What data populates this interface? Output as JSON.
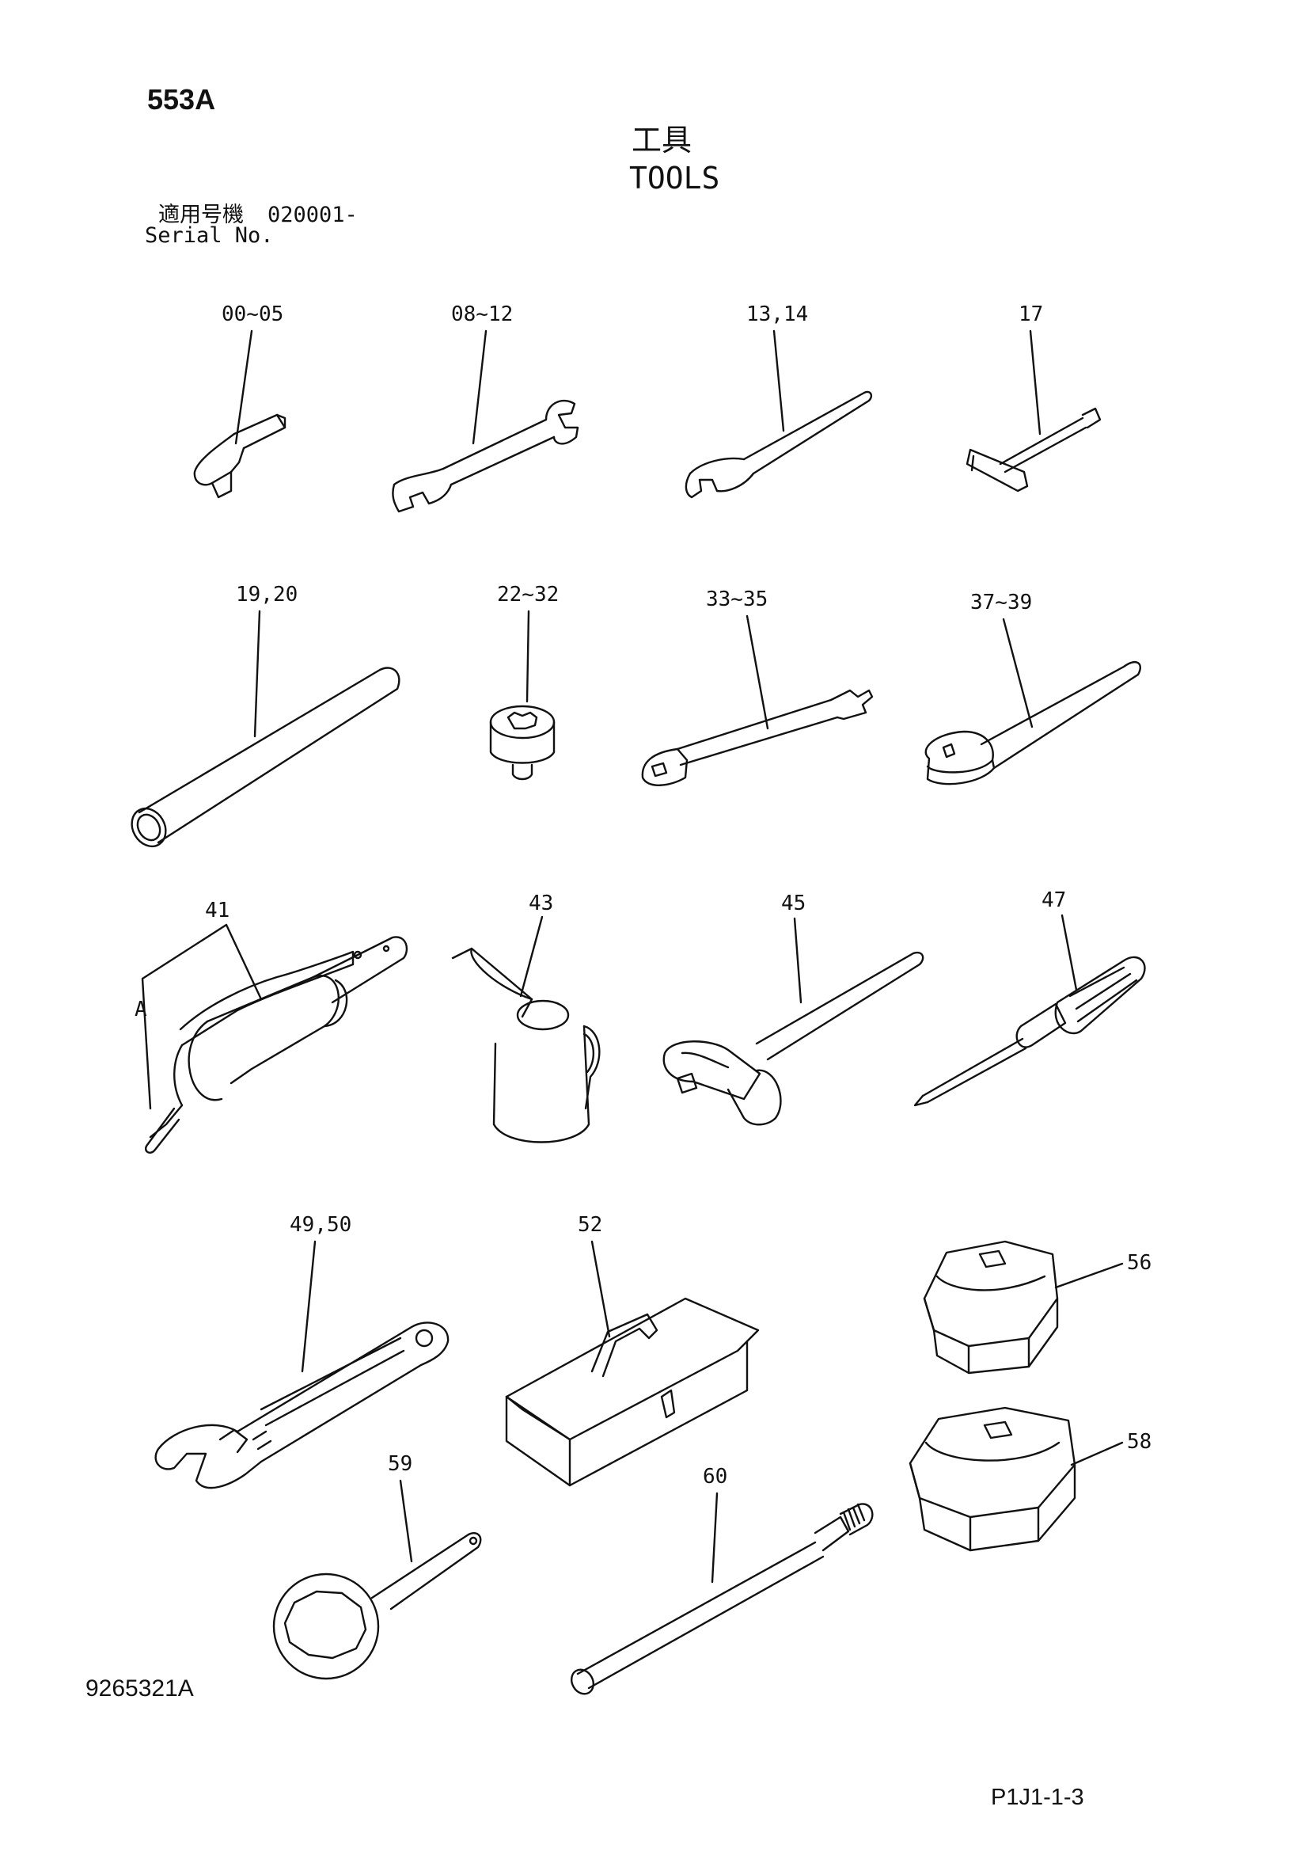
{
  "header": {
    "section_code": "553A",
    "title_jp": "工具",
    "title_en": "TOOLS",
    "serial_label_jp": "適用号機",
    "serial_value": "020001-",
    "serial_label_en": "Serial No."
  },
  "callouts": [
    {
      "id": "c1",
      "label": "00~05",
      "part": "hex-key"
    },
    {
      "id": "c2",
      "label": "08~12",
      "part": "double-open-wrench"
    },
    {
      "id": "c3",
      "label": "13,14",
      "part": "single-open-wrench"
    },
    {
      "id": "c4",
      "label": "17",
      "part": "t-handle-wrench"
    },
    {
      "id": "c5",
      "label": "19,20",
      "part": "pipe-bar"
    },
    {
      "id": "c6",
      "label": "22~32",
      "part": "socket"
    },
    {
      "id": "c7",
      "label": "33~35",
      "part": "extension-bar"
    },
    {
      "id": "c8",
      "label": "37~39",
      "part": "ratchet-handle"
    },
    {
      "id": "c9",
      "label": "41",
      "part": "grease-gun"
    },
    {
      "id": "c10",
      "label": "A",
      "part": "grease-gun-nozzle"
    },
    {
      "id": "c11",
      "label": "43",
      "part": "oil-can"
    },
    {
      "id": "c12",
      "label": "45",
      "part": "hammer"
    },
    {
      "id": "c13",
      "label": "47",
      "part": "screwdriver"
    },
    {
      "id": "c14",
      "label": "49,50",
      "part": "adjustable-wrench"
    },
    {
      "id": "c15",
      "label": "52",
      "part": "tool-box"
    },
    {
      "id": "c16",
      "label": "56",
      "part": "filter-cap-wrench-small"
    },
    {
      "id": "c17",
      "label": "58",
      "part": "filter-cap-wrench-large"
    },
    {
      "id": "c18",
      "label": "59",
      "part": "ring-spanner"
    },
    {
      "id": "c19",
      "label": "60",
      "part": "tube-handle"
    }
  ],
  "footer": {
    "drawing_no": "9265321A",
    "page_no": "P1J1-1-3"
  }
}
